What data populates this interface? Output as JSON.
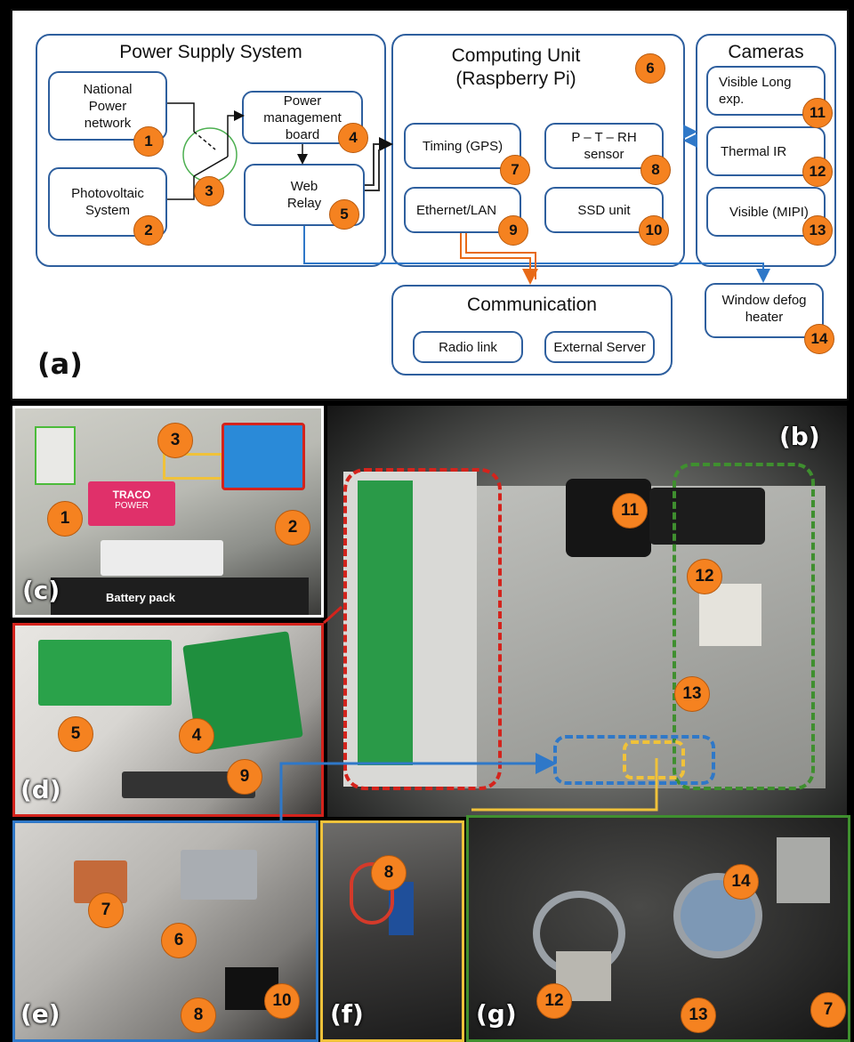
{
  "schematic": {
    "panel_label": "(a)",
    "power_supply": {
      "title": "Power Supply System",
      "national_power": "National Power network",
      "photovoltaic": "Photovoltaic System",
      "power_management": "Power management board",
      "web_relay": "Web Relay"
    },
    "computing": {
      "title_line1": "Computing Unit",
      "title_line2": "(Raspberry Pi)",
      "timing": "Timing (GPS)",
      "pth_sensor": "P – T – RH sensor",
      "ethernet": "Ethernet/LAN",
      "ssd": "SSD unit"
    },
    "cameras": {
      "title": "Cameras",
      "visible_long": "Visible Long exp.",
      "thermal": "Thermal IR",
      "visible_mipi": "Visible (MIPI)"
    },
    "communication": {
      "title": "Communication",
      "radio": "Radio link",
      "server": "External Server"
    },
    "defog": "Window defog heater"
  },
  "badges": [
    "1",
    "2",
    "3",
    "4",
    "5",
    "6",
    "7",
    "8",
    "9",
    "10",
    "11",
    "12",
    "13",
    "14"
  ],
  "photos": {
    "b": "(b)",
    "c": "(c)",
    "d": "(d)",
    "e": "(e)",
    "f": "(f)",
    "g": "(g)",
    "battery": "Battery pack",
    "traco_line1": "TRACO",
    "traco_line2": "POWER"
  },
  "colors": {
    "box_blue": "#2e5f9e",
    "badge_orange": "#f58220",
    "red_frame": "#d4231c",
    "green_frame": "#3f8f2f",
    "blue_frame": "#2f78c8",
    "yellow_frame": "#f0c23a"
  }
}
